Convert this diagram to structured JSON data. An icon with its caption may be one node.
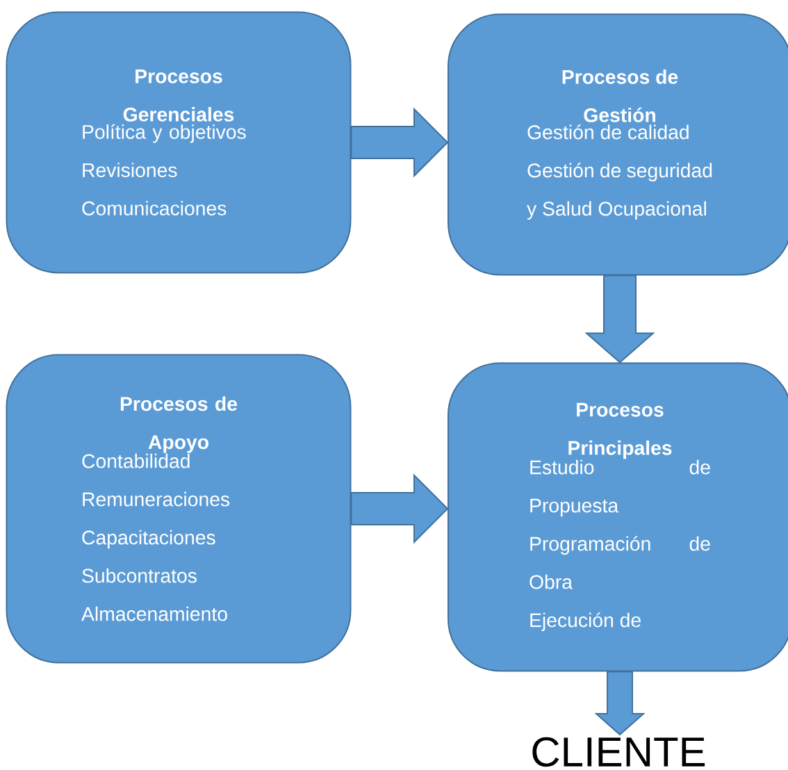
{
  "diagram": {
    "nodes": [
      {
        "text": [
          "Procesos Gerenciales",
          "Política y objetivos",
          "Revisiones",
          "Comunicaciones"
        ]
      },
      {
        "text": [
          "Procesos de Gestión",
          "Gestión de calidad",
          "Gestión de seguridad y Salud Ocupacional"
        ]
      },
      {
        "text": [
          "Procesos de Apoyo",
          "Contabilidad",
          "Remuneraciones",
          "Capacitaciones",
          "Subcontratos",
          "Almacenamiento"
        ]
      },
      {
        "text": [
          "Procesos Principales",
          "Estudio de Propuesta",
          "Programación de Obra",
          "Ejecución de"
        ]
      },
      {
        "text": [
          "CLIENTE"
        ]
      }
    ],
    "edges": [
      {
        "from": 0,
        "to": 1,
        "arrow": "to"
      },
      {
        "from": 1,
        "to": 3,
        "arrow": "to"
      },
      {
        "from": 2,
        "to": 3,
        "arrow": "to"
      },
      {
        "from": 3,
        "to": 4,
        "arrow": "to"
      }
    ]
  }
}
